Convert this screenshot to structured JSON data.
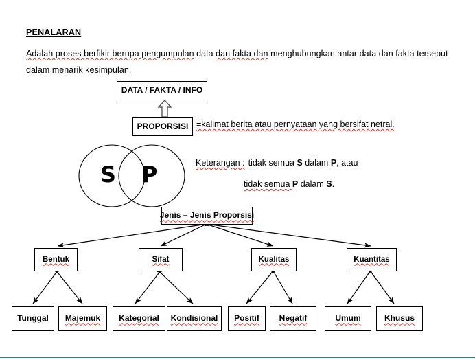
{
  "document": {
    "title": "PENALARAN",
    "paragraph_parts": [
      {
        "text": "Adalah proses berfikir berupa pengumpulan",
        "spell": true
      },
      {
        "text": " data ",
        "spell": false
      },
      {
        "text": "dan fakta dan",
        "spell": true
      },
      {
        "text": " menghubungkan antar data dan fakta tersebut dalam menarik kesimpulan.",
        "spell": false
      }
    ],
    "paragraph_plain": "Adalah proses berfikir berupa pengumpulan data dan fakta dan menghubungkan antar data dan fakta tersebut dalam menarik kesimpulan."
  },
  "diagram": {
    "top_box": "DATA / FAKTA / INFO",
    "proporsisi_box": "PROPORSISI",
    "proporsisi_definition": "=kalimat berita atau pernyataan yang bersifat netral.",
    "venn": {
      "left_label": "S",
      "right_label": "P"
    },
    "keterangan": {
      "label": "Keterangan :",
      "line1_pre": "tidak semua ",
      "line1_s": "S",
      "line1_mid": " dalam ",
      "line1_p": "P",
      "line1_post": ", atau",
      "line2_pre": "tidak semua ",
      "line2_p": "P",
      "line2_mid": " dalam ",
      "line2_s": "S",
      "line2_post": "."
    },
    "root": "Jenis – Jenis Proporsisi",
    "categories": [
      {
        "label": "Bentuk",
        "children": [
          "Tunggal",
          "Majemuk"
        ]
      },
      {
        "label": "Sifat",
        "children": [
          "Kategorial",
          "Kondisional"
        ]
      },
      {
        "label": "Kualitas",
        "children": [
          "Positif",
          "Negatif"
        ]
      },
      {
        "label": "Kuantitas",
        "children": [
          "Umum",
          "Khusus"
        ]
      }
    ]
  },
  "colors": {
    "ink": "#000000",
    "spellcheck_underline": "#d33a2c",
    "bottom_rule": "#4a7296",
    "page_background": "#ffffff"
  }
}
